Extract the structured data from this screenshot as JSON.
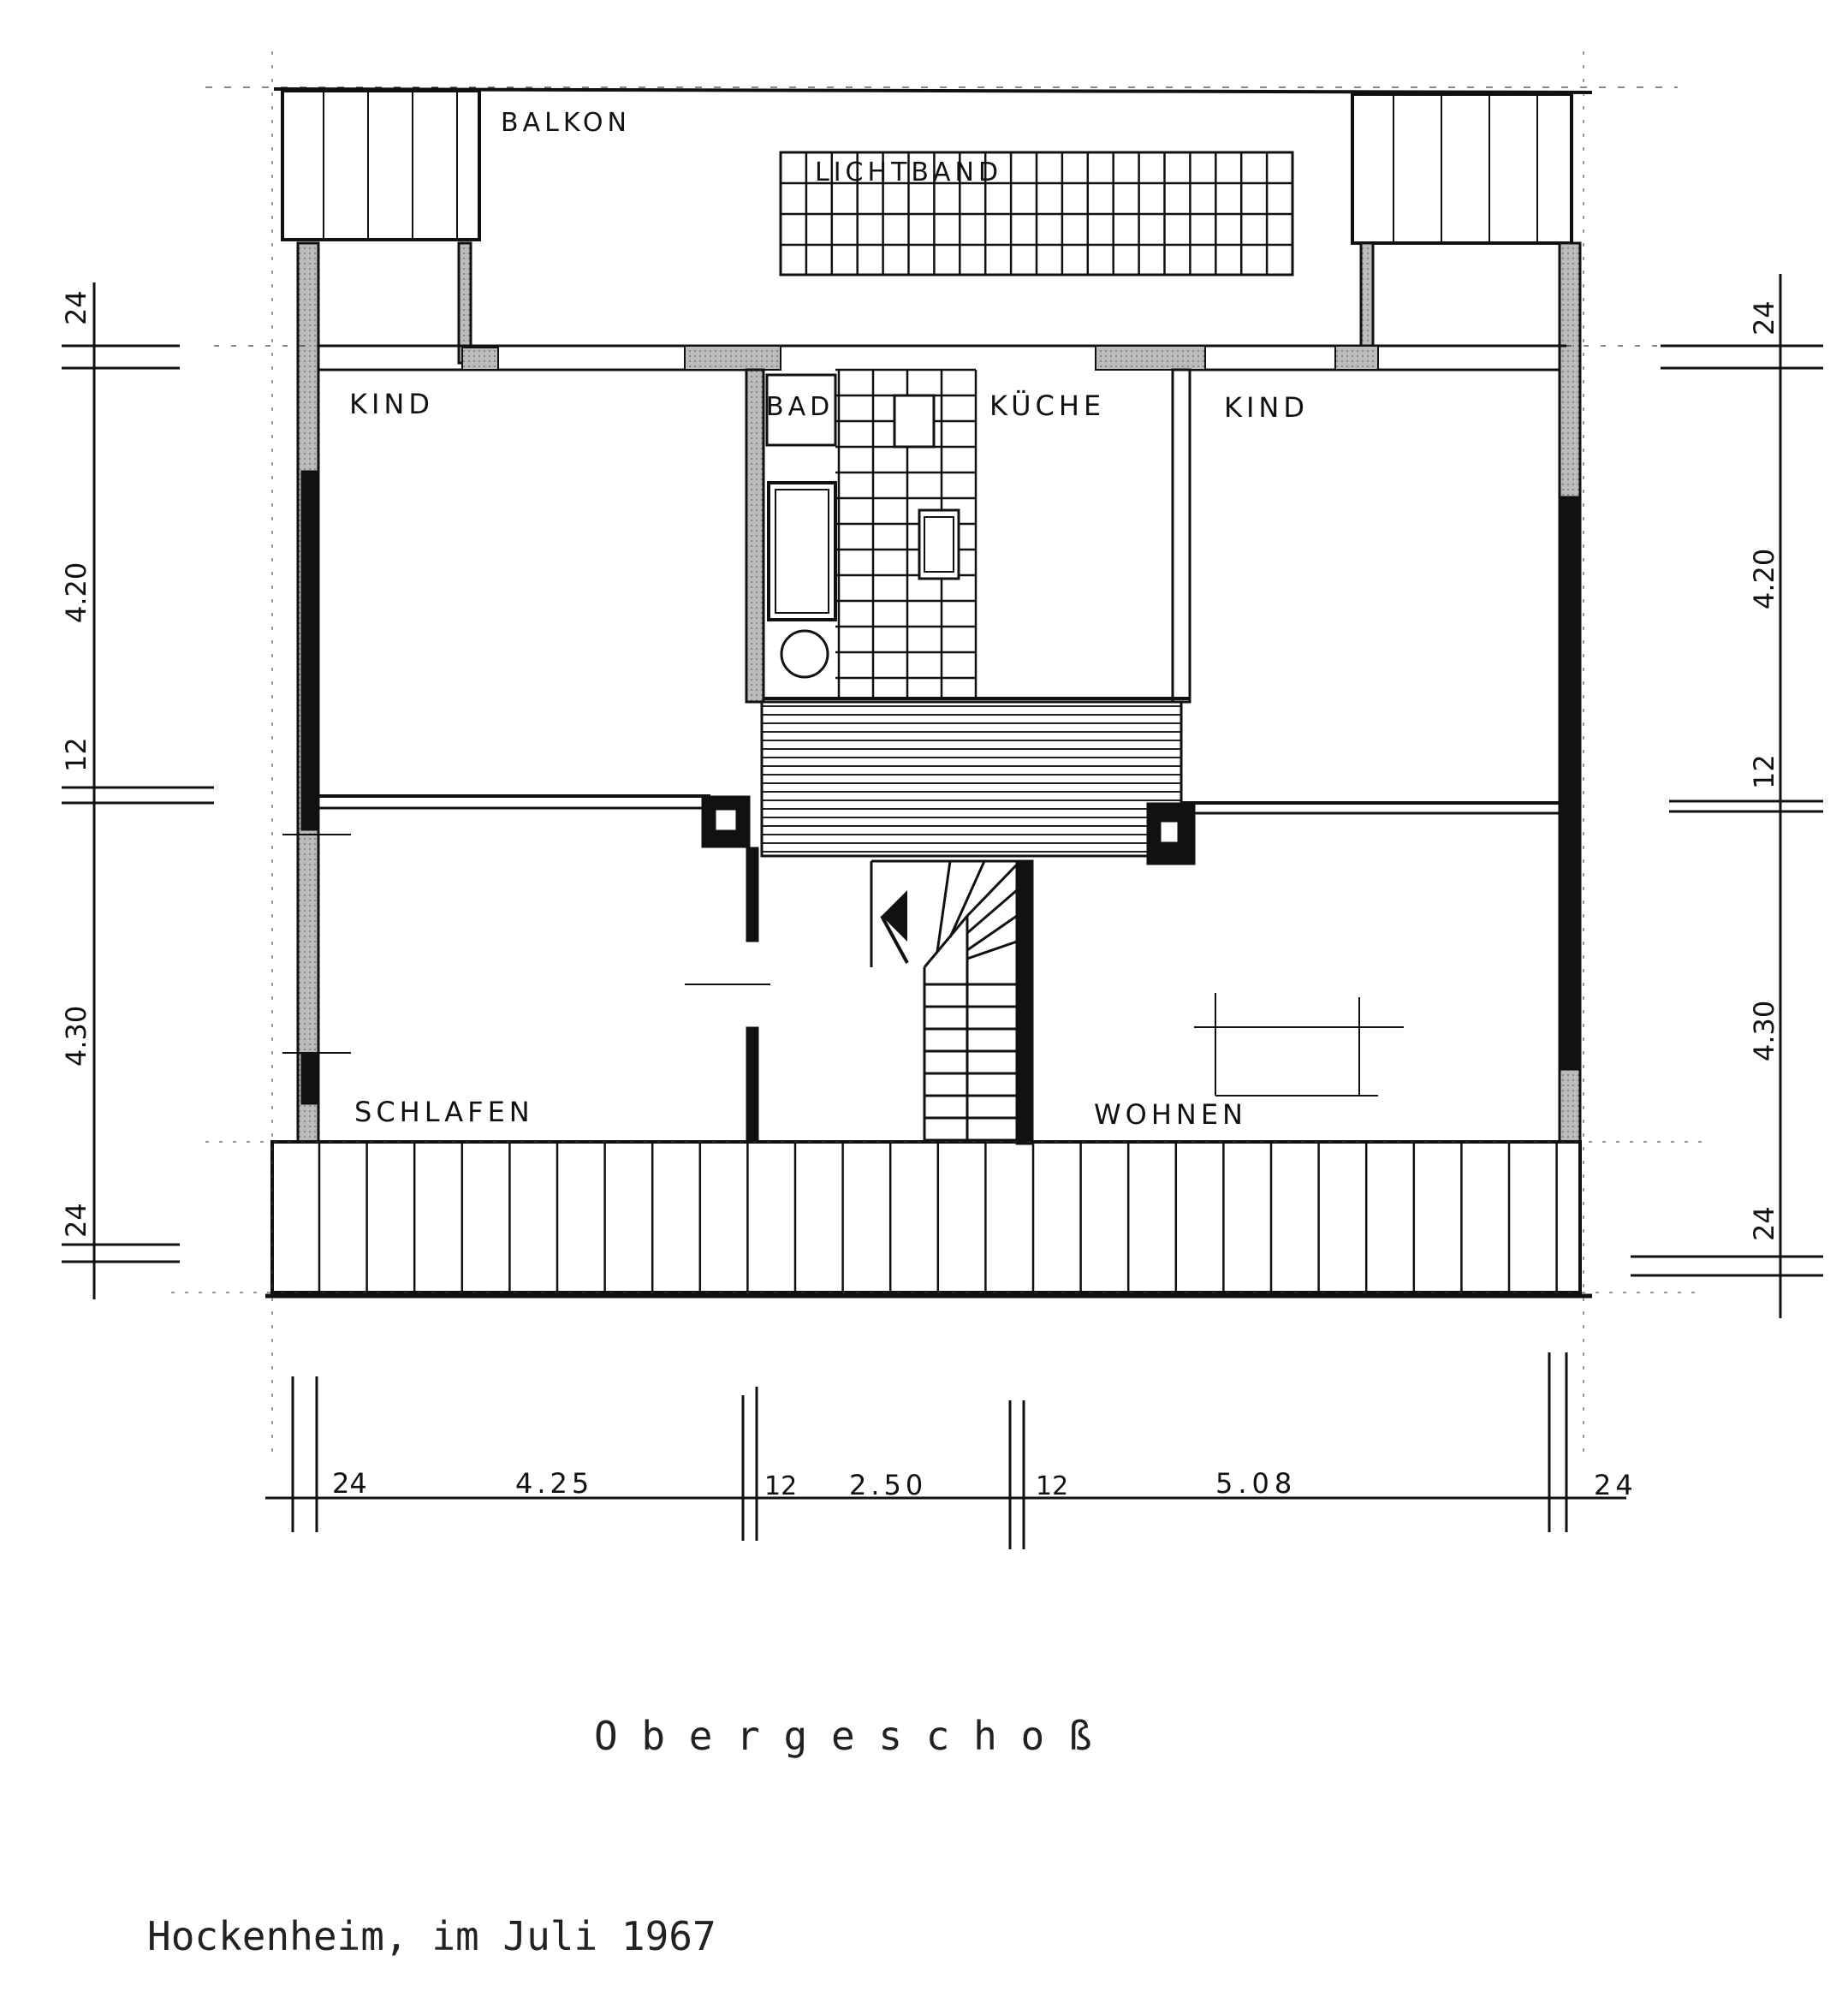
{
  "rooms": {
    "balkon": "BALKON",
    "lichtband": "LICHTBAND",
    "kind_left": "KIND",
    "bad": "BAD",
    "kueche": "KÜCHE",
    "kind_right": "KIND",
    "schlafen": "SCHLAFEN",
    "wohnen": "WOHNEN"
  },
  "dimensions": {
    "left": [
      "24",
      "4.20",
      "12",
      "4.30",
      "24"
    ],
    "right": [
      "24",
      "4.20",
      "12",
      "4.30",
      "24"
    ],
    "bottom": [
      "24",
      "4.25",
      "12",
      "2.50",
      "12",
      "5.08",
      "24"
    ]
  },
  "title": "O b e r g e s c h o ß",
  "footer": "Hockenheim, im Juli 1967"
}
